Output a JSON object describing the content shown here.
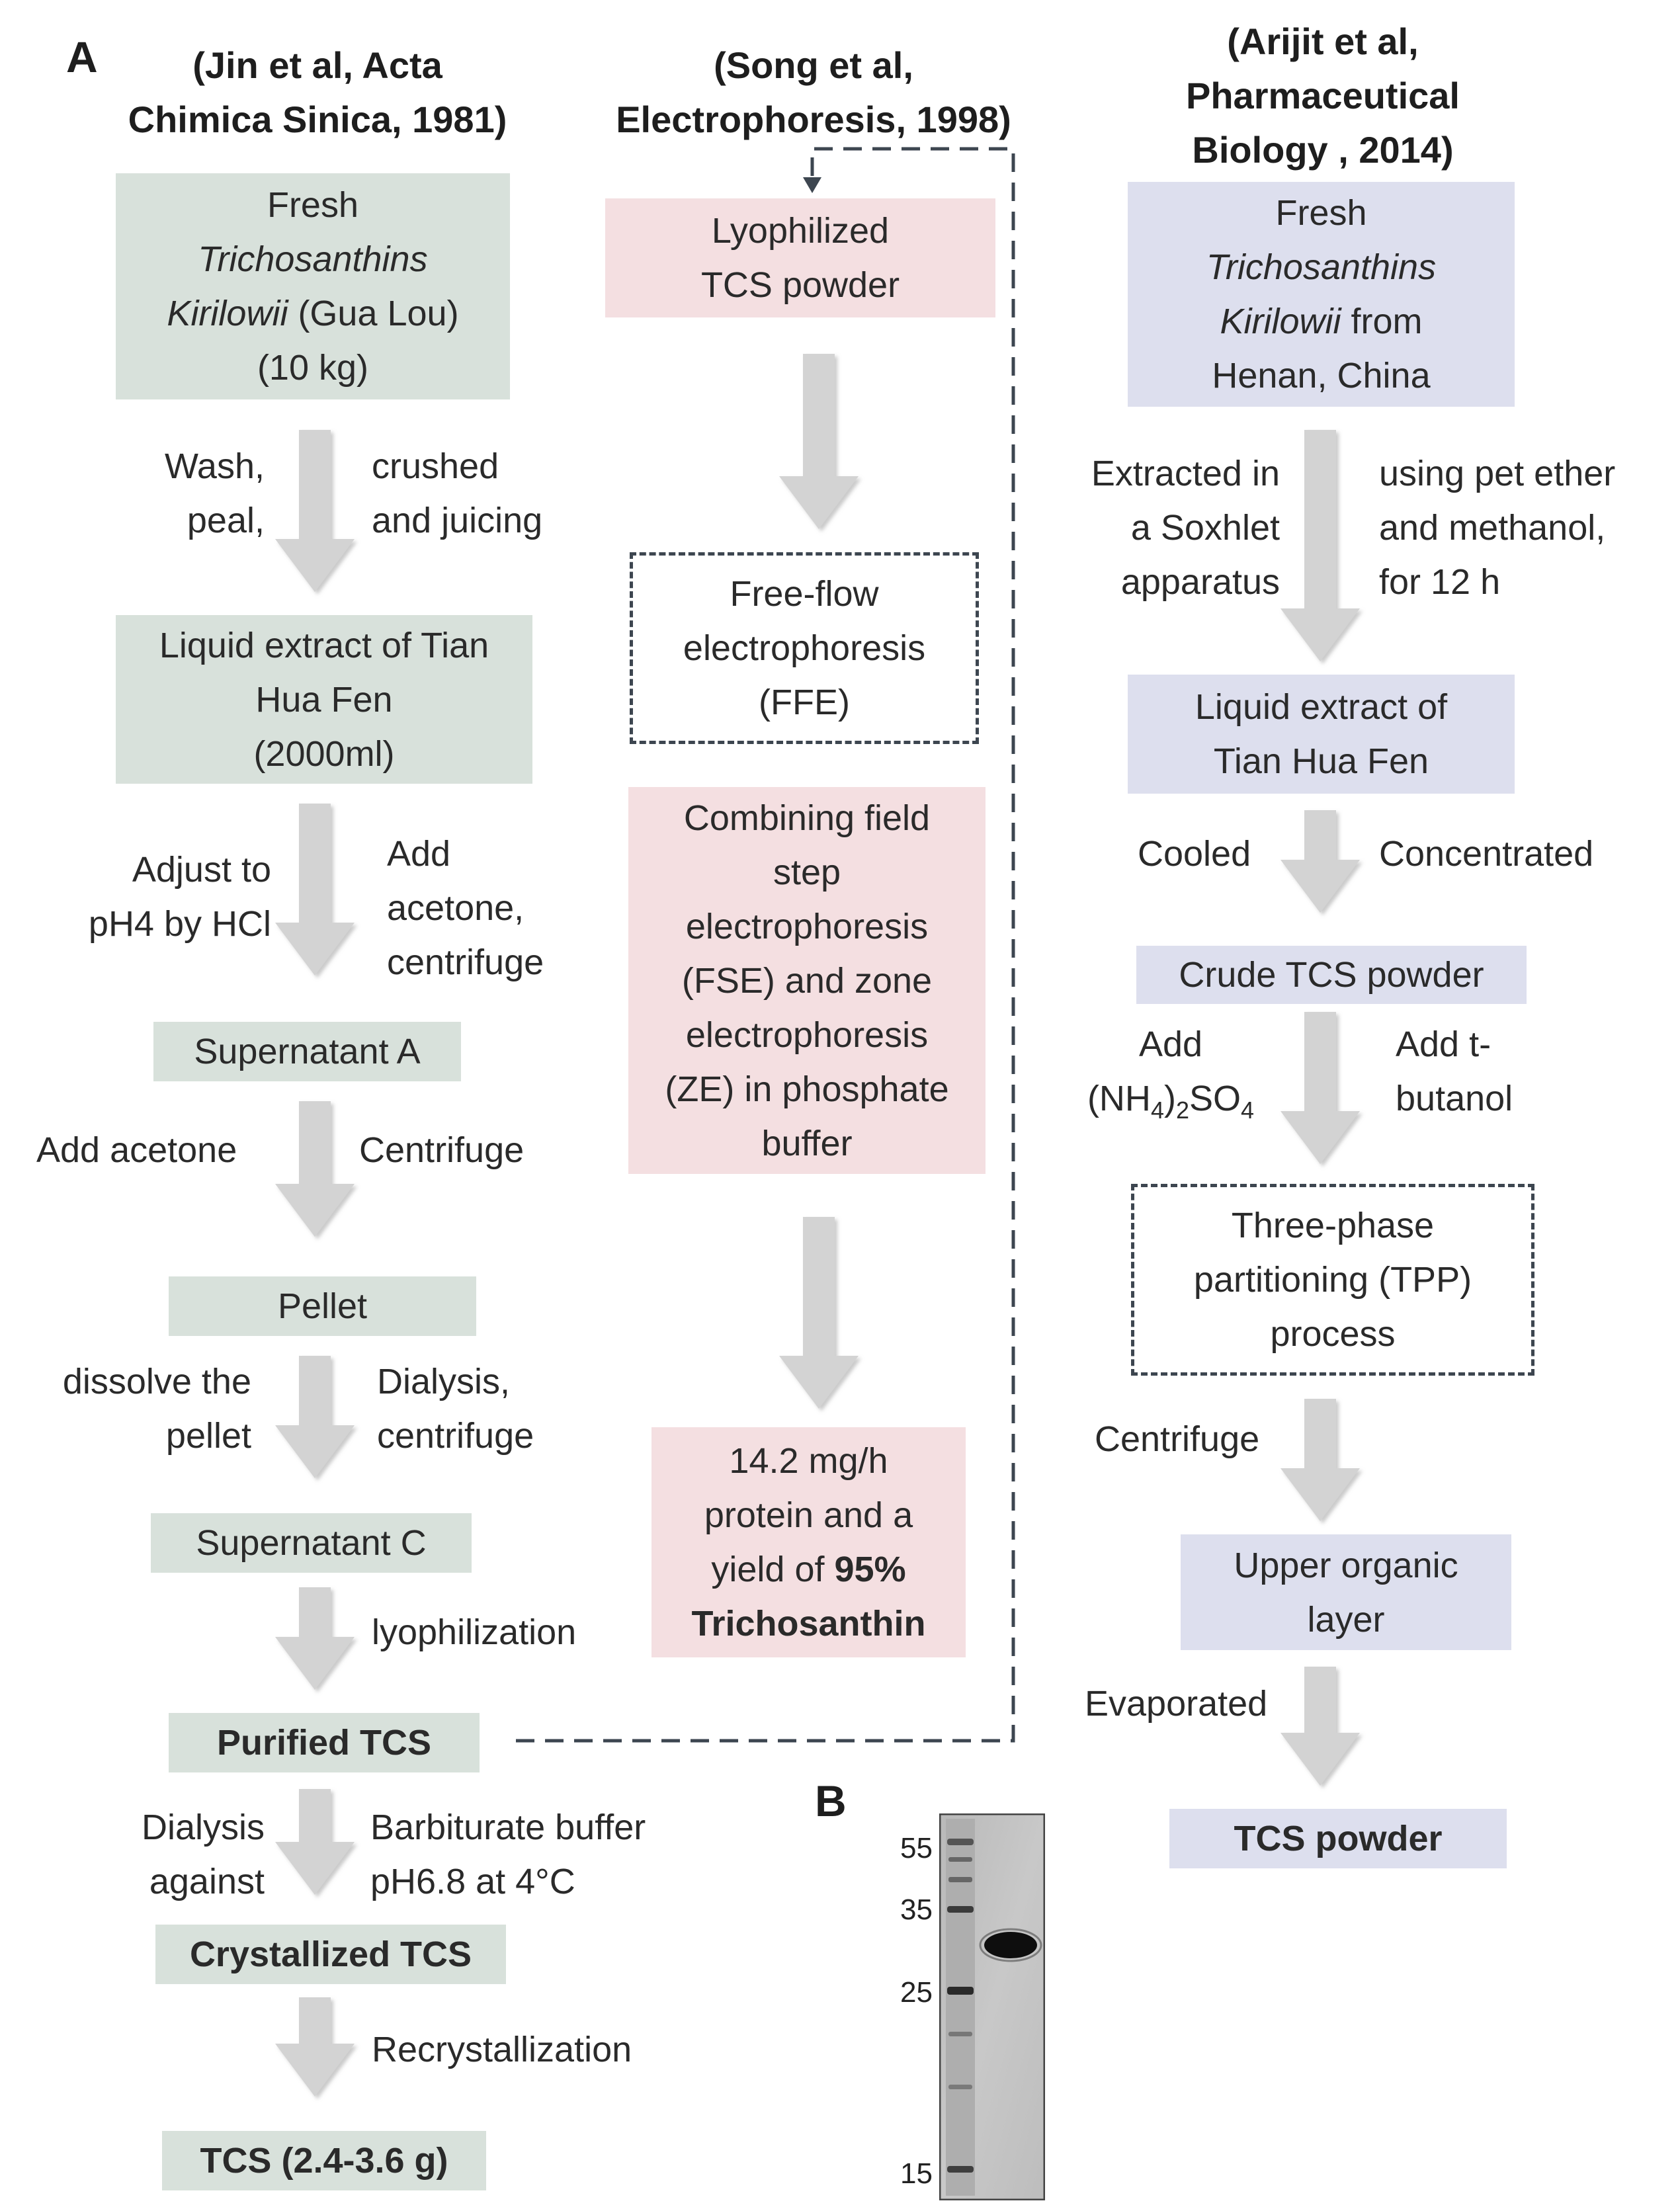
{
  "panels": {
    "a": "A",
    "b": "B"
  },
  "headers": {
    "col1": [
      "(Jin et al, Acta",
      "Chimica Sinica, 1981)"
    ],
    "col2": [
      "(Song et al,",
      "Electrophoresis, 1998)"
    ],
    "col3": [
      "(Arijit et al,",
      "Pharmaceutical",
      "Biology , 2014)"
    ]
  },
  "col1": {
    "fresh": [
      "Fresh",
      "Trichosanthins",
      "Kirilowii",
      " (Gua Lou)",
      "(10 kg)"
    ],
    "step1_left": [
      "Wash,",
      "peal,"
    ],
    "step1_right": [
      "crushed",
      "and juicing"
    ],
    "liquid": [
      "Liquid extract of Tian",
      "Hua Fen",
      "(2000ml)"
    ],
    "step2_left": [
      "Adjust to",
      "pH4 by HCl"
    ],
    "step2_right": [
      "Add",
      "acetone,",
      "centrifuge"
    ],
    "supA": "Supernatant A",
    "step3_left": "Add acetone",
    "step3_right": "Centrifuge",
    "pellet": "Pellet",
    "step4_left": [
      "dissolve the",
      "pellet"
    ],
    "step4_right": [
      "Dialysis,",
      "centrifuge"
    ],
    "supC": "Supernatant C",
    "step5_right": "lyophilization",
    "purified": "Purified TCS",
    "step6_left": [
      "Dialysis",
      "against"
    ],
    "step6_right": [
      "Barbiturate buffer",
      "pH6.8 at 4°C"
    ],
    "crystallized": "Crystallized  TCS",
    "step7_right": "Recrystallization",
    "final": "TCS (2.4-3.6 g)"
  },
  "col2": {
    "lyophilized": [
      "Lyophilized",
      "TCS powder"
    ],
    "ffe": [
      "Free-flow",
      "electrophoresis",
      "(FFE)"
    ],
    "combining": [
      "Combining field",
      "step",
      "electrophoresis",
      "(FSE) and zone",
      "electrophoresis",
      "(ZE) in phosphate",
      "buffer"
    ],
    "result": [
      "14.2 mg/h",
      "protein and a",
      "yield of ",
      "95%",
      "Trichosanthin"
    ]
  },
  "col3": {
    "fresh": [
      "Fresh",
      "Trichosanthins",
      "Kirilowii",
      " from",
      "Henan, China"
    ],
    "step1_left": [
      "Extracted in",
      "a Soxhlet",
      "apparatus"
    ],
    "step1_right": [
      "using pet ether",
      "and methanol,",
      "for 12 h"
    ],
    "liquid": [
      "Liquid extract of",
      "Tian Hua Fen"
    ],
    "step2_left": "Cooled",
    "step2_right": "Concentrated",
    "crude": "Crude TCS powder",
    "step3_left": [
      "Add",
      "(NH",
      "4",
      ")",
      "2",
      "SO",
      "4"
    ],
    "step3_right": [
      "Add t-",
      "butanol"
    ],
    "tpp": [
      "Three-phase",
      "partitioning (TPP)",
      "process"
    ],
    "step4_left": "Centrifuge",
    "upper": [
      "Upper organic",
      "layer"
    ],
    "step5_left": "Evaporated",
    "final": "TCS powder"
  },
  "gel": {
    "markers": [
      "55",
      "35",
      "25",
      "15"
    ]
  },
  "colors": {
    "green": "#d8e1db",
    "pink": "#f4dfe1",
    "blue": "#dddfee",
    "arrow": "#d3d3d3",
    "dash": "#3d4650"
  }
}
